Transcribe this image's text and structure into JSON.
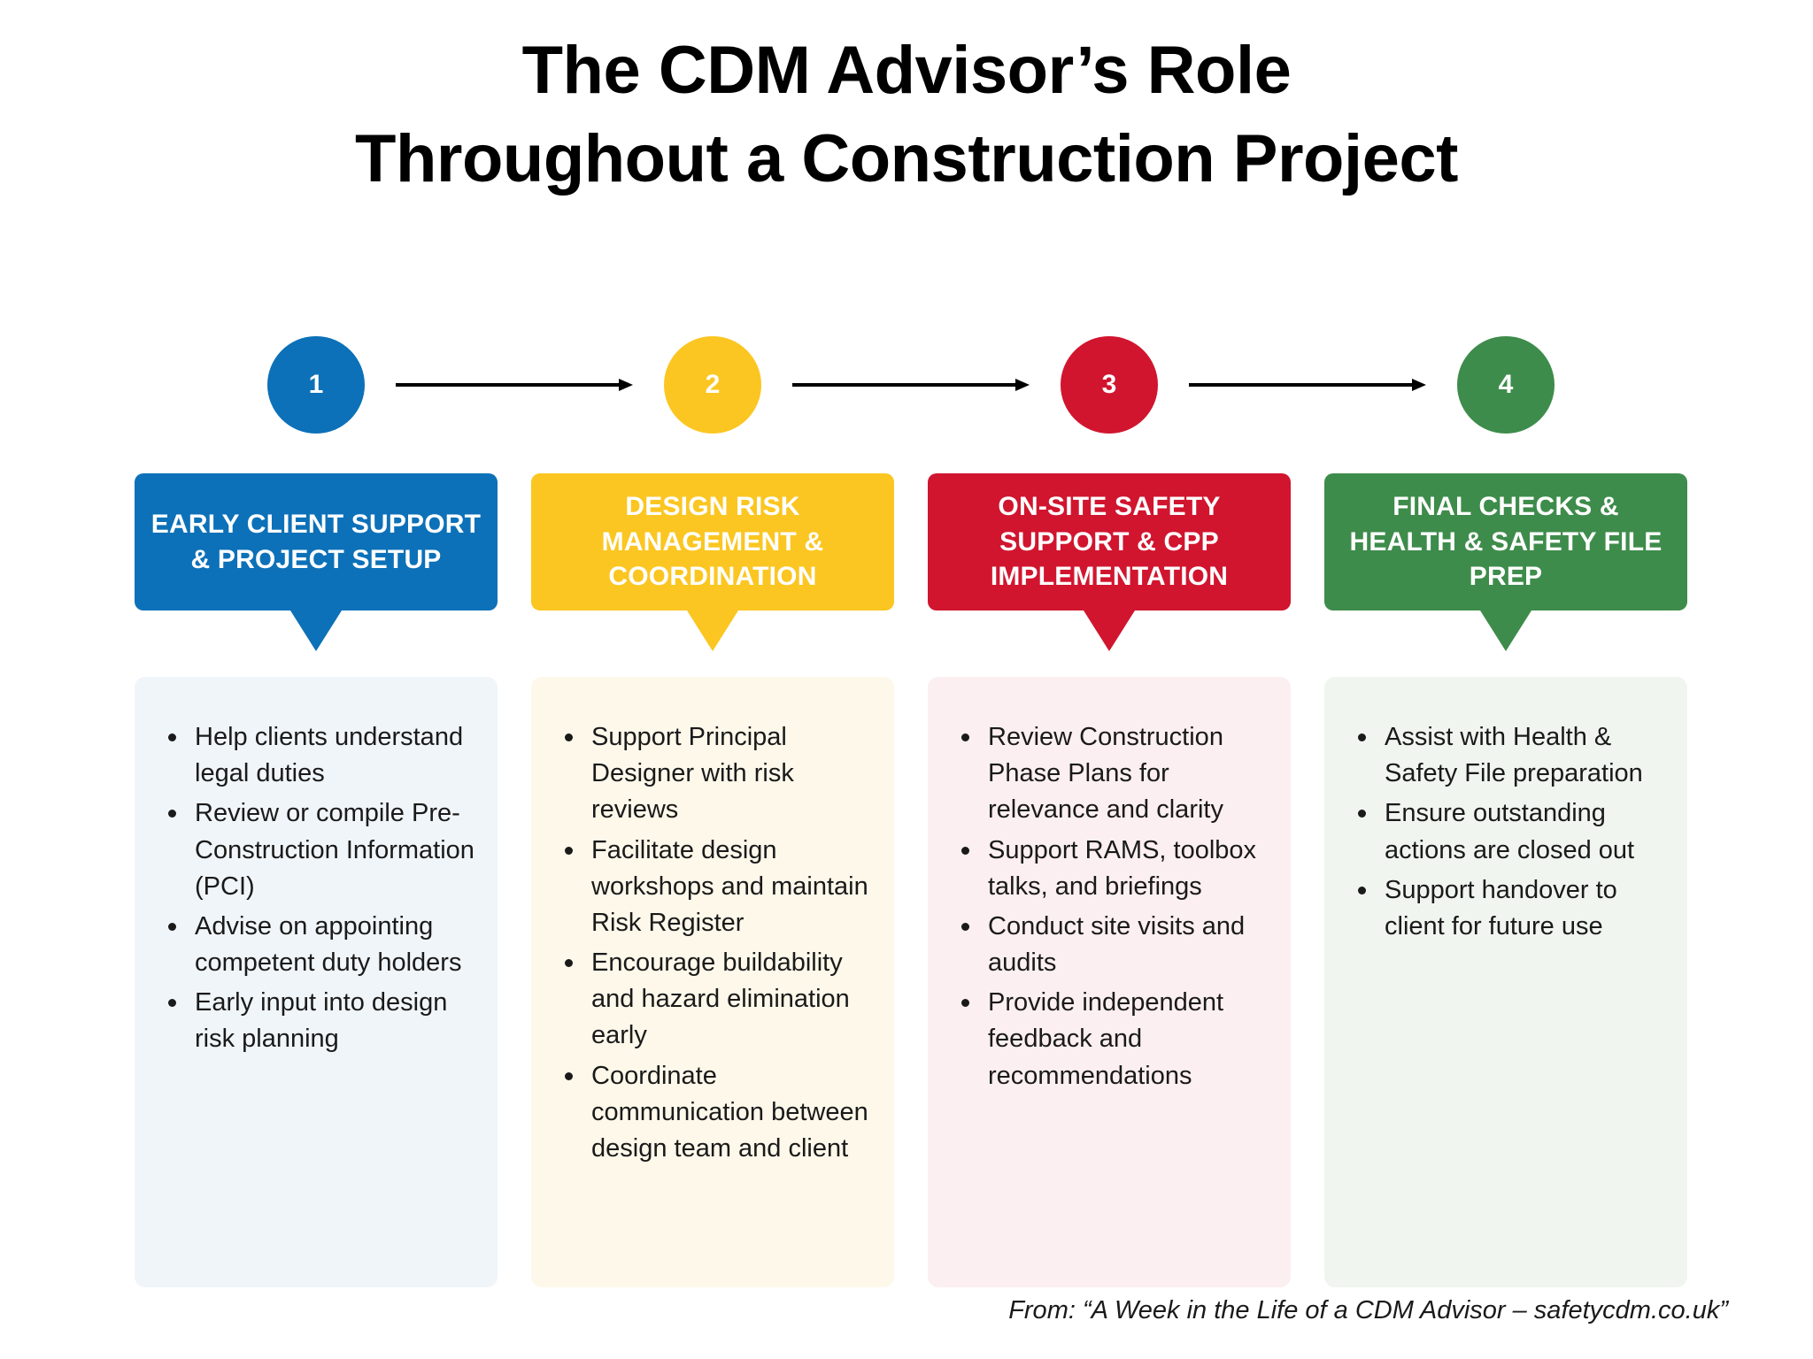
{
  "title": {
    "line1": "The CDM Advisor’s Role",
    "line2": "Throughout a Construction Project"
  },
  "colors": {
    "blue": "#0C71B8",
    "yellow": "#FBC621",
    "red": "#D1152F",
    "green": "#3E8C4B",
    "panel_blue": "#F0F5FA",
    "panel_yellow": "#FDF8EA",
    "panel_red": "#FCEFF1",
    "panel_green": "#F0F5F0",
    "arrow": "#000000",
    "text": "#1a1a1a"
  },
  "steps": [
    {
      "number": "1",
      "accent": "#0C71B8",
      "panel_bg": "#F0F5FA",
      "heading": "EARLY CLIENT SUPPORT & PROJECT SETUP",
      "bullets": [
        "Help clients understand legal duties",
        "Review or compile Pre-Construction Information (PCI)",
        "Advise on appointing competent duty holders",
        "Early input into design risk planning"
      ]
    },
    {
      "number": "2",
      "accent": "#FBC621",
      "panel_bg": "#FDF8EA",
      "heading": "DESIGN RISK MANAGEMENT & COORDINATION",
      "bullets": [
        "Support Principal Designer with risk reviews",
        "Facilitate design workshops and maintain Risk Register",
        "Encourage buildability and hazard elimination early",
        "Coordinate communication between design team and client"
      ]
    },
    {
      "number": "3",
      "accent": "#D1152F",
      "panel_bg": "#FCEFF1",
      "heading": "ON-SITE SAFETY SUPPORT & CPP IMPLEMENTATION",
      "bullets": [
        "Review Construction Phase Plans for relevance and clarity",
        "Support RAMS, toolbox talks, and briefings",
        "Conduct site visits and audits",
        "Provide independent feedback and recommendations"
      ]
    },
    {
      "number": "4",
      "accent": "#3E8C4B",
      "panel_bg": "#F0F5F0",
      "heading": "FINAL CHECKS & HEALTH & SAFETY FILE PREP",
      "bullets": [
        "Assist with Health & Safety File preparation",
        "Ensure outstanding actions are closed out",
        "Support handover to client for future use"
      ]
    }
  ],
  "arrows": [
    {
      "name": "arrow-1-to-2"
    },
    {
      "name": "arrow-2-to-3"
    },
    {
      "name": "arrow-3-to-4"
    }
  ],
  "footer": {
    "attribution": "From: “A Week in the Life of a CDM Advisor – safetycdm.co.uk”"
  }
}
